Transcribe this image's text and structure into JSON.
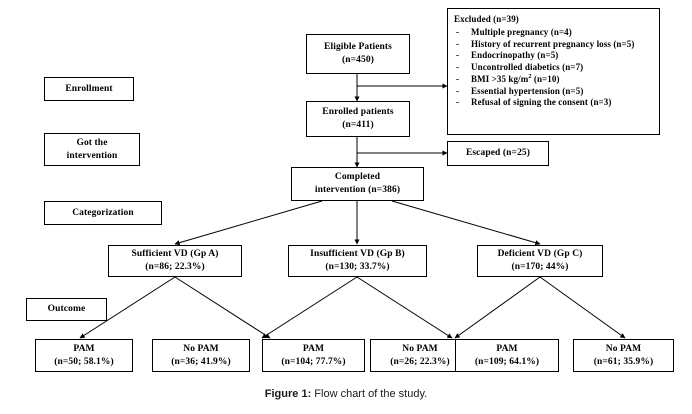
{
  "figure": {
    "caption_label": "Figure 1:",
    "caption_text": " Flow chart of the study."
  },
  "colors": {
    "background": "#ffffff",
    "stroke": "#000000",
    "text": "#000000"
  },
  "stage_labels": [
    {
      "id": "enrollment",
      "label": "Enrollment"
    },
    {
      "id": "got-the-intervention",
      "line1": "Got the",
      "line2": "intervention"
    },
    {
      "id": "categorization",
      "label": "Categorization"
    },
    {
      "id": "outcome",
      "label": "Outcome"
    }
  ],
  "flow": {
    "eligible": {
      "line1": "Eligible Patients",
      "line2": "(n=450)"
    },
    "enrolled": {
      "line1": "Enrolled patients",
      "line2": "(n=411)"
    },
    "escaped": {
      "line1": "Escaped (n=25)"
    },
    "completed": {
      "line1": "Completed",
      "line2": "intervention (n=386)"
    }
  },
  "excluded": {
    "title": "Excluded (n=39)",
    "bullet": "-",
    "items": [
      "Multiple pregnancy (n=4)",
      "History of recurrent pregnancy loss (n=5)",
      "Endocrinopathy (n=5)",
      "Uncontrolled diabetics (n=7)",
      "BMI >35 kg/m2 (n=10)",
      "Essential hypertension (n=5)",
      "Refusal of signing the consent (n=3)"
    ],
    "item_bmi_prefix": "BMI >35 kg/m",
    "item_bmi_sup": "2",
    "item_bmi_suffix": " (n=10)"
  },
  "groups": [
    {
      "id": "group-a",
      "line1": "Sufficient VD (Gp A)",
      "line2": "(n=86; 22.3%)"
    },
    {
      "id": "group-b",
      "line1": "Insufficient VD (Gp B)",
      "line2": "(n=130; 33.7%)"
    },
    {
      "id": "group-c",
      "line1": "Deficient VD (Gp C)",
      "line2": "(n=170; 44%)"
    }
  ],
  "outcomes": [
    {
      "id": "pam-a",
      "line1": "PAM",
      "line2": "(n=50; 58.1%)"
    },
    {
      "id": "nopam-a",
      "line1": "No PAM",
      "line2": "(n=36; 41.9%)"
    },
    {
      "id": "pam-b",
      "line1": "PAM",
      "line2": "(n=104; 77.7%)"
    },
    {
      "id": "nopam-b",
      "line1": "No PAM",
      "line2": "(n=26; 22.3%)"
    },
    {
      "id": "pam-c",
      "line1": "PAM",
      "line2": "(n=109; 64.1%)"
    },
    {
      "id": "nopam-c",
      "line1": "No PAM",
      "line2": "(n=61; 35.9%)"
    }
  ],
  "chart_data": {
    "type": "diagram",
    "title": "Flow chart of the study",
    "nodes": [
      {
        "id": "eligible",
        "label": "Eligible Patients",
        "n": 450
      },
      {
        "id": "excluded",
        "label": "Excluded",
        "n": 39
      },
      {
        "id": "enrolled",
        "label": "Enrolled patients",
        "n": 411
      },
      {
        "id": "escaped",
        "label": "Escaped",
        "n": 25
      },
      {
        "id": "completed",
        "label": "Completed intervention",
        "n": 386
      },
      {
        "id": "group-a",
        "label": "Sufficient VD (Gp A)",
        "n": 86,
        "pct": 22.3
      },
      {
        "id": "group-b",
        "label": "Insufficient VD (Gp B)",
        "n": 130,
        "pct": 33.7
      },
      {
        "id": "group-c",
        "label": "Deficient VD (Gp C)",
        "n": 170,
        "pct": 44
      },
      {
        "id": "pam-a",
        "label": "PAM",
        "n": 50,
        "pct": 58.1
      },
      {
        "id": "nopam-a",
        "label": "No PAM",
        "n": 36,
        "pct": 41.9
      },
      {
        "id": "pam-b",
        "label": "PAM",
        "n": 104,
        "pct": 77.7
      },
      {
        "id": "nopam-b",
        "label": "No PAM",
        "n": 26,
        "pct": 22.3
      },
      {
        "id": "pam-c",
        "label": "PAM",
        "n": 109,
        "pct": 64.1
      },
      {
        "id": "nopam-c",
        "label": "No PAM",
        "n": 61,
        "pct": 35.9
      }
    ],
    "edges": [
      [
        "eligible",
        "excluded"
      ],
      [
        "eligible",
        "enrolled"
      ],
      [
        "enrolled",
        "escaped"
      ],
      [
        "enrolled",
        "completed"
      ],
      [
        "completed",
        "group-a"
      ],
      [
        "completed",
        "group-b"
      ],
      [
        "completed",
        "group-c"
      ],
      [
        "group-a",
        "pam-a"
      ],
      [
        "group-a",
        "nopam-a"
      ],
      [
        "group-b",
        "pam-b"
      ],
      [
        "group-b",
        "nopam-b"
      ],
      [
        "group-c",
        "pam-c"
      ],
      [
        "group-c",
        "nopam-c"
      ]
    ]
  }
}
